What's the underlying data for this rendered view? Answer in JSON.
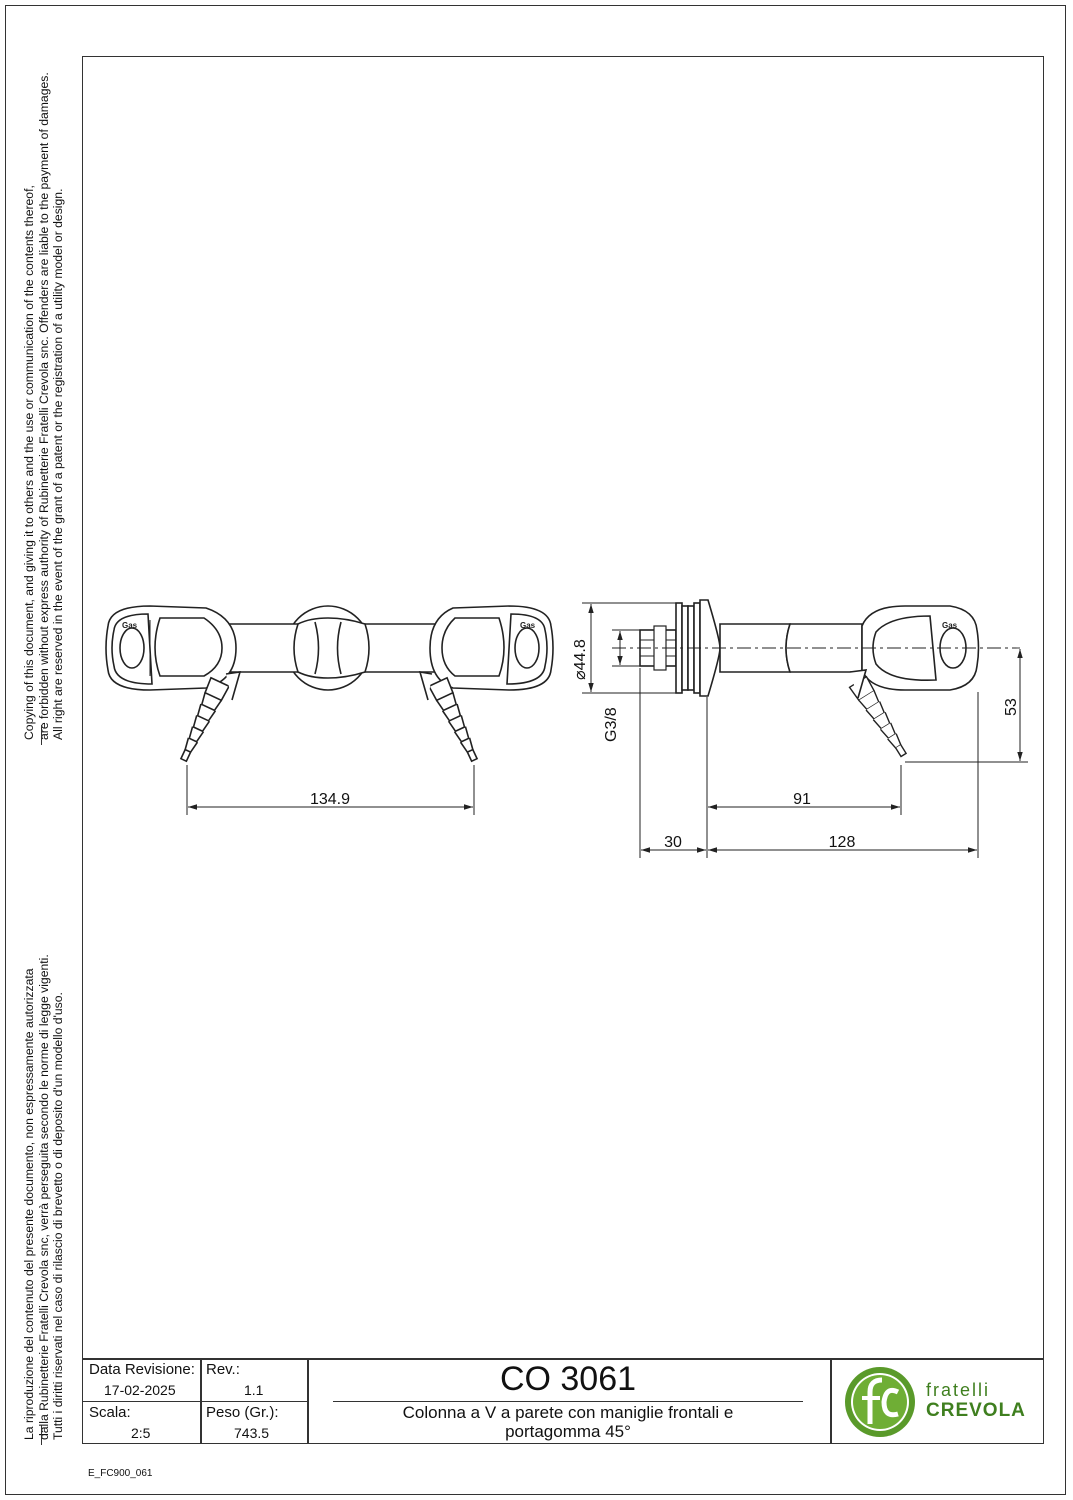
{
  "notice_en": [
    "Copying of this document, and giving it to others and the use or communication of the contents thereof,",
    "are forbidden without express authority of Rubinetterie Fratelli Crevola snc. Offenders are liable to the payment of damages.",
    "All right are reserved in the event of the grant of a patent or the registration of a utility model or design."
  ],
  "notice_it": [
    "La riproduzione del contenuto del presente documento, non espressamente autorizzata",
    "dalla Rubinetterie Fratelli Crevola snc, verrà perseguita secondo le norme di legge vigenti.",
    "Tutti i diritti riservati nel caso di rilascio di brevetto o di deposito d'un modello d'uso."
  ],
  "dimensions": {
    "width_front": "134.9",
    "diameter": "44.8",
    "thread": "G3/8",
    "height_offset": "53",
    "depth_outlet": "91",
    "depth_flange": "30",
    "depth_total": "128"
  },
  "title_block": {
    "revision_date_label": "Data Revisione:",
    "revision_date": "17-02-2025",
    "rev_label": "Rev.:",
    "rev": "1.1",
    "scale_label": "Scala:",
    "scale": "2:5",
    "weight_label": "Peso (Gr.):",
    "weight": "743.5",
    "product_code": "CO 3061",
    "description_line1": "Colonna a V a parete con maniglie frontali e",
    "description_line2": "portagomma 45°",
    "brand_line1": "fratelli",
    "brand_line2": "CREVOLA",
    "logo_letters": "fc"
  },
  "document_code": "E_FC900_061",
  "handle_mark": "Gas",
  "colors": {
    "line": "#222222",
    "brand_green": "#5a9a2a",
    "logo_green_dark": "#3f7f1f"
  }
}
